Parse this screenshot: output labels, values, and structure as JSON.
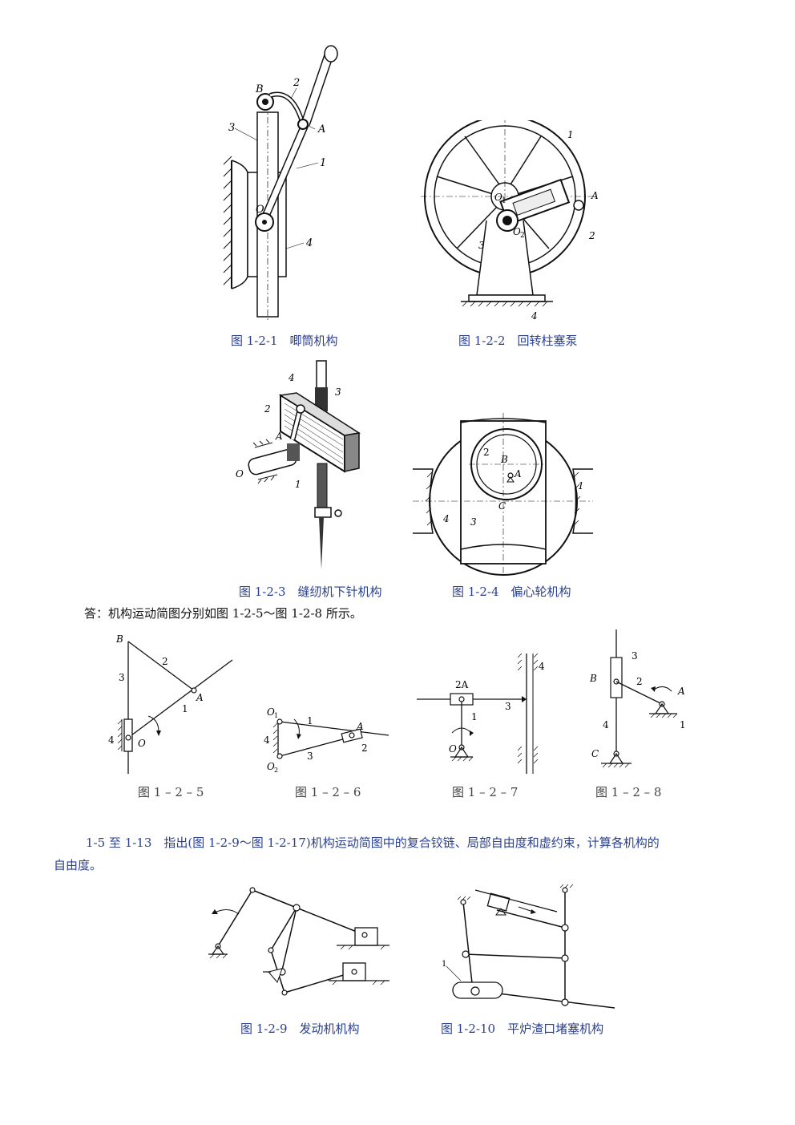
{
  "captions": {
    "fig_1_2_1": "图 1-2-1　唧筒机构",
    "fig_1_2_2": "图 1-2-2　回转柱塞泵",
    "fig_1_2_3": "图 1-2-3　缝纫机下针机构",
    "fig_1_2_4": "图 1-2-4　偏心轮机构",
    "fig_1_2_5": "图 1 – 2 – 5",
    "fig_1_2_6": "图 1 – 2 – 6",
    "fig_1_2_7": "图 1 – 2 – 7",
    "fig_1_2_8": "图 1 – 2 – 8",
    "fig_1_2_9": "图 1-2-9　发动机机构",
    "fig_1_2_10": "图 1-2-10　平炉渣口堵塞机构"
  },
  "answer": "答：机构运动简图分别如图 1-2-5～图 1-2-8 所示。",
  "question": {
    "line1": "1-5 至 1-13　指出(图 1-2-9～图 1-2-17)机构运动简图中的复合铰链、局部自由度和虚约束，计算各机构的",
    "line2": "自由度。"
  },
  "labels": {
    "f1": {
      "B": "B",
      "n2": "2",
      "n3": "3",
      "A": "A",
      "n1": "1",
      "O": "O",
      "n4": "4"
    },
    "f2": {
      "n1": "1",
      "O1": "O",
      "sub1": "1",
      "A": "A",
      "n2": "2",
      "n3": "3",
      "O2": "O",
      "sub2": "2",
      "n4": "4"
    },
    "f3": {
      "n4": "4",
      "n3": "3",
      "n2": "2",
      "A": "A",
      "O": "O",
      "n1": "1"
    },
    "f4": {
      "n2": "2",
      "B": "B",
      "A": "A",
      "n1": "1",
      "C": "C",
      "n4": "4",
      "n3": "3"
    },
    "f5": {
      "B": "B",
      "n2": "2",
      "n3": "3",
      "A": "A",
      "n1": "1",
      "n4": "4",
      "O": "O"
    },
    "f6": {
      "O1": "O",
      "s1": "1",
      "n1": "1",
      "A": "A",
      "n4": "4",
      "n2": "2",
      "n3": "3",
      "O2": "O",
      "s2": "2"
    },
    "f7": {
      "A2": "2A",
      "n4": "4",
      "n1": "1",
      "n3": "3",
      "O": "O"
    },
    "f8": {
      "n3": "3",
      "B": "B",
      "n2": "2",
      "A": "A",
      "n4": "4",
      "n1": "1",
      "C": "C"
    },
    "f10": {
      "n1": "1"
    }
  }
}
